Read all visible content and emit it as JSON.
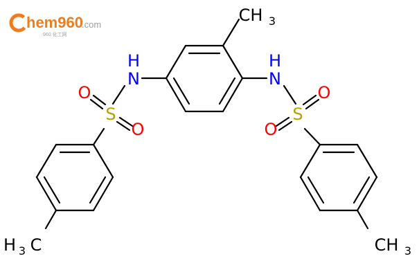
{
  "logo": {
    "letter": "C",
    "text": "hem960",
    "suffix": ".com",
    "sub": "960 化工网",
    "color_main": "#f07c1e",
    "color_sub": "#9aa0a6"
  },
  "molecule": {
    "atoms": {
      "nh_left": "N",
      "nh_left_h": "H",
      "nh_right": "N",
      "nh_right_h": "H",
      "s_left": "S",
      "s_right": "S",
      "o_left_top": "O",
      "o_left_bottom": "O",
      "o_right_top": "O",
      "o_right_bottom": "O",
      "ch3_top": "CH",
      "ch3_top_sub": "3",
      "ch3_left": "H",
      "ch3_left_sub": "3",
      "ch3_left_c": "C",
      "ch3_right": "CH",
      "ch3_right_sub": "3"
    },
    "colors": {
      "bond": "#000000",
      "nitrogen": "#0000ff",
      "sulfur": "#b8a000",
      "oxygen": "#ff0000",
      "carbon": "#000000"
    }
  }
}
